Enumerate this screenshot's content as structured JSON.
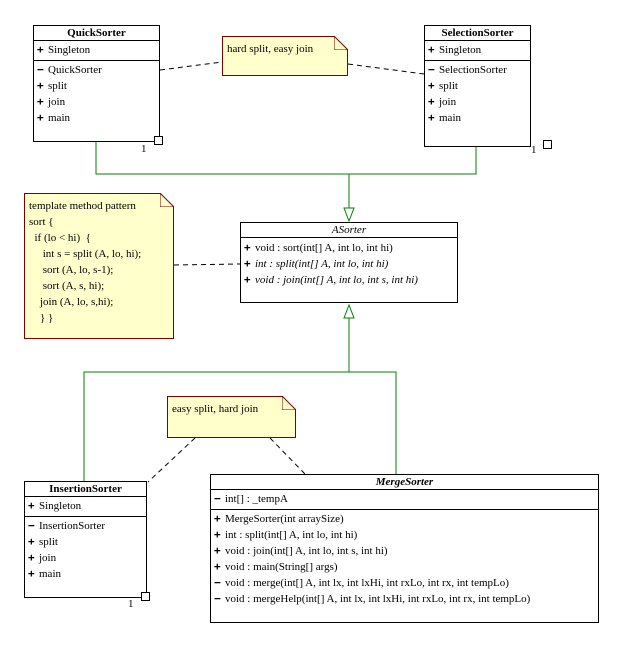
{
  "classes": {
    "quick": {
      "name": "QuickSorter",
      "attributes": [
        {
          "vis": "+",
          "text": "Singleton"
        }
      ],
      "operations": [
        {
          "vis": "−",
          "text": "QuickSorter"
        },
        {
          "vis": "+",
          "text": "split"
        },
        {
          "vis": "+",
          "text": "join"
        },
        {
          "vis": "+",
          "text": "main"
        }
      ],
      "multiplicity": "1"
    },
    "selection": {
      "name": "SelectionSorter",
      "attributes": [
        {
          "vis": "+",
          "text": "Singleton"
        }
      ],
      "operations": [
        {
          "vis": "−",
          "text": "SelectionSorter"
        },
        {
          "vis": "+",
          "text": "split"
        },
        {
          "vis": "+",
          "text": "join"
        },
        {
          "vis": "+",
          "text": "main"
        }
      ],
      "multiplicity": "1"
    },
    "asorter": {
      "name": "ASorter",
      "operations": [
        {
          "vis": "+",
          "text": "void : sort(int[] A, int lo, int hi)",
          "italic": false
        },
        {
          "vis": "+",
          "text": "int : split(int[] A, int lo, int hi)",
          "italic": true
        },
        {
          "vis": "+",
          "text": "void : join(int[] A, int lo, int s, int hi)",
          "italic": true
        }
      ]
    },
    "insertion": {
      "name": "InsertionSorter",
      "attributes": [
        {
          "vis": "+",
          "text": "Singleton"
        }
      ],
      "operations": [
        {
          "vis": "−",
          "text": "InsertionSorter"
        },
        {
          "vis": "+",
          "text": "split"
        },
        {
          "vis": "+",
          "text": "join"
        },
        {
          "vis": "+",
          "text": "main"
        }
      ],
      "multiplicity": "1"
    },
    "merge": {
      "name": "MergeSorter",
      "attributes": [
        {
          "vis": "−",
          "text": "int[] : _tempA"
        }
      ],
      "operations": [
        {
          "vis": "+",
          "text": "MergeSorter(int arraySize)"
        },
        {
          "vis": "+",
          "text": "int : split(int[] A, int lo, int hi)"
        },
        {
          "vis": "+",
          "text": "void : join(int[] A, int lo, int s, int hi)"
        },
        {
          "vis": "+",
          "text": "void : main(String[] args)"
        },
        {
          "vis": "−",
          "text": "void : merge(int[] A, int lx, int lxHi, int rxLo, int rx, int tempLo)"
        },
        {
          "vis": "−",
          "text": "void : mergeHelp(int[] A, int lx, int lxHi, int rxLo, int rx, int tempLo)"
        }
      ]
    }
  },
  "notes": {
    "top": [
      "hard split, easy join"
    ],
    "template": [
      "template method pattern",
      "sort {",
      "  if (lo < hi)  {",
      "     int s = split (A, lo, hi);",
      "     sort (A, lo, s-1);",
      "     sort (A, s, hi);",
      "    join (A, lo, s,hi);",
      "    } }"
    ],
    "bottom": [
      "easy split, hard join"
    ]
  },
  "colors": {
    "inheritance_line": "#008000",
    "note_fill": "#ffffcc",
    "note_border": "#800000"
  }
}
